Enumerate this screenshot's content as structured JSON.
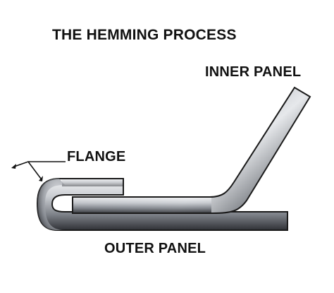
{
  "diagram": {
    "title": "THE HEMMING PROCESS",
    "labels": {
      "inner_panel": "INNER PANEL",
      "flange": "FLANGE",
      "outer_panel": "OUTER PANEL"
    },
    "colors": {
      "metal_light": "#e4e6ea",
      "metal_mid": "#9da1a8",
      "metal_dark": "#2b2d32",
      "outline": "#1a1a1a",
      "text": "#111111"
    }
  }
}
